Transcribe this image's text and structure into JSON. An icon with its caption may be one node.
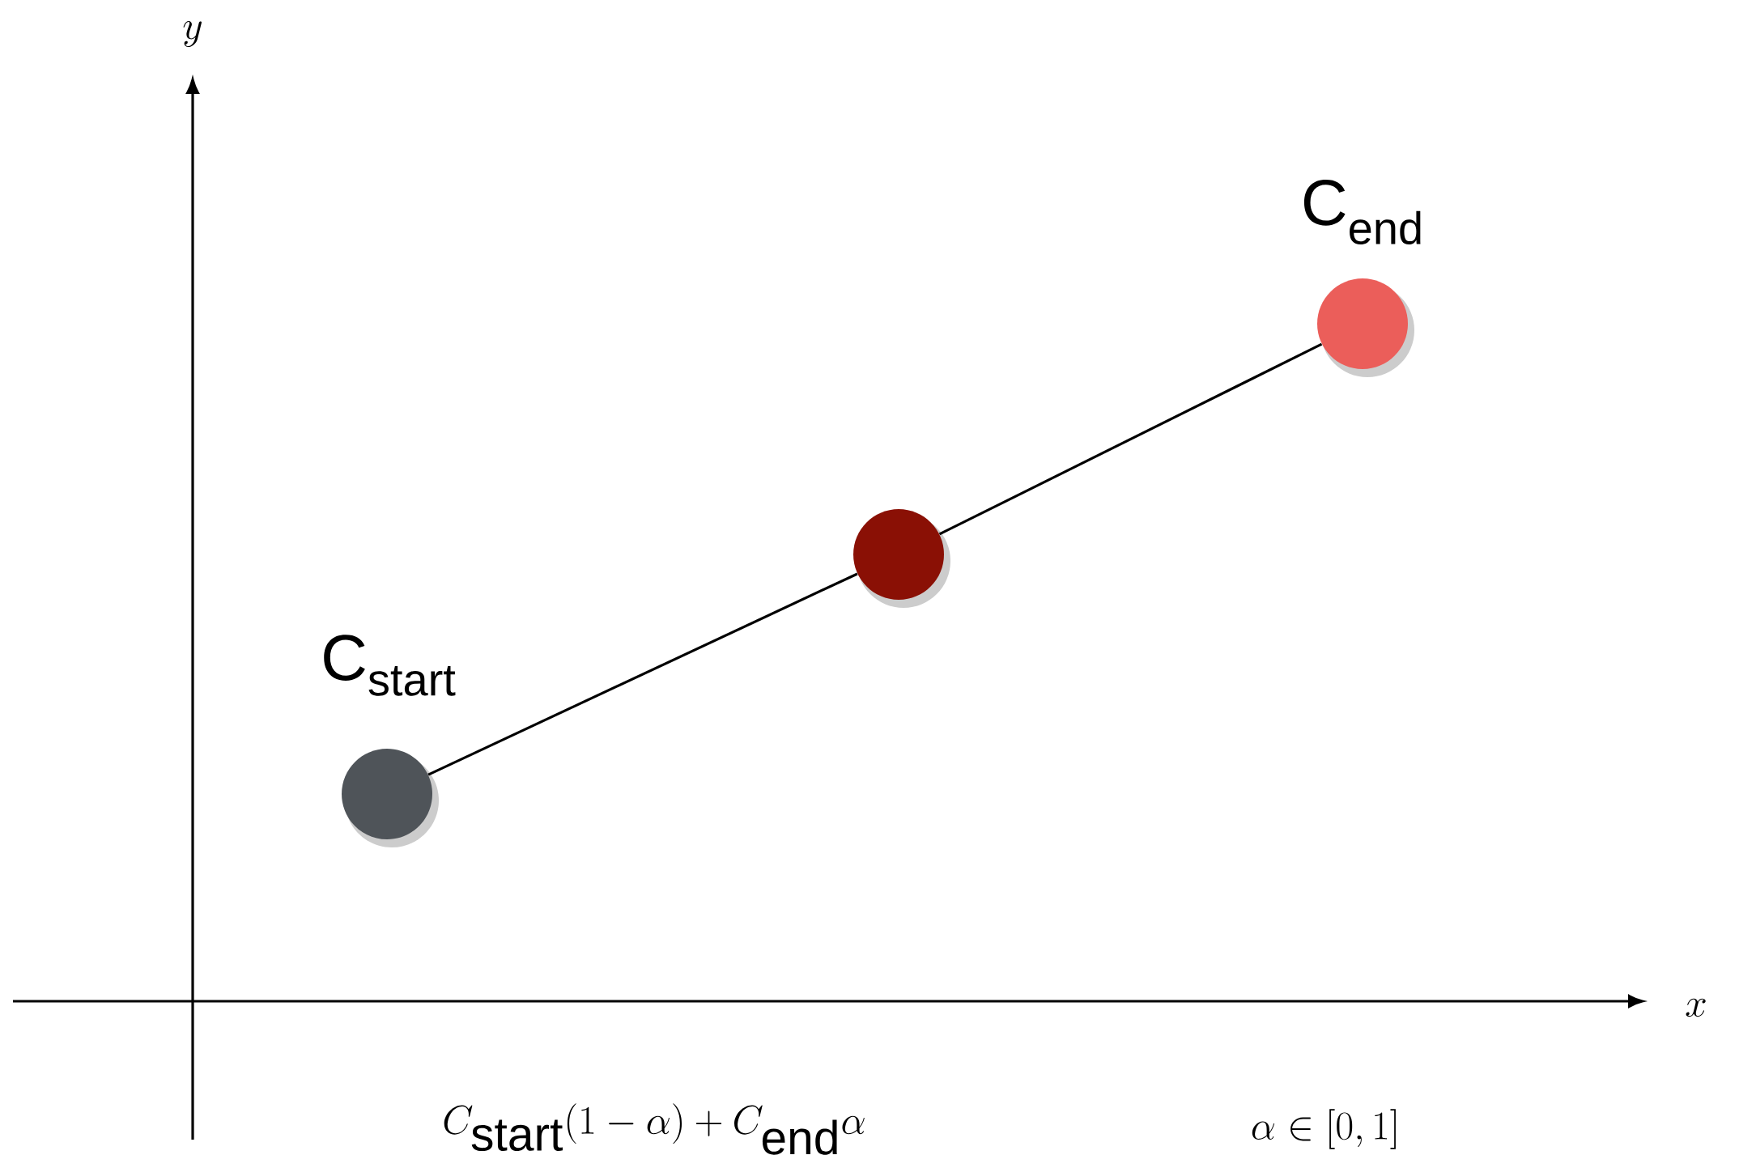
{
  "diagram": {
    "nodes": [
      {
        "text": [],
        "shape": "circle",
        "beside": [
          "C$_{start}$"
        ]
      },
      {
        "text": [],
        "shape": "circle"
      },
      {
        "text": [],
        "shape": "circle",
        "beside": [
          "C$_{end}$"
        ]
      }
    ],
    "edges": [
      {
        "from": 0,
        "to": 1,
        "arrow": "none"
      },
      {
        "from": 1,
        "to": 2,
        "arrow": "none"
      }
    ],
    "labels": [
      "y",
      "x",
      "C_{\\mathrm{start}}(1-\\alpha)+C_{\\mathrm{end}}\\alpha",
      "\\alpha\\in[0,1]"
    ]
  }
}
